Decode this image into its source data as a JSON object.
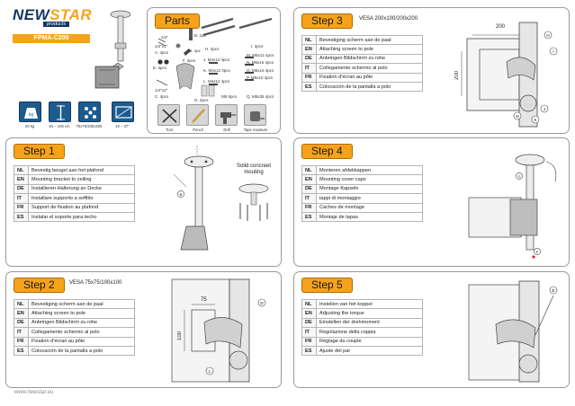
{
  "header": {
    "brand_main": "NEW",
    "brand_accent": "STAR",
    "brand_sub": "products",
    "model": "FPMA-C200"
  },
  "specs": [
    {
      "icon": "weight-icon",
      "value": "20 kg"
    },
    {
      "icon": "height-range-icon",
      "value": "64 – 105 cm"
    },
    {
      "icon": "vesa-icon",
      "value": "75x75/200x200"
    },
    {
      "icon": "screen-size-icon",
      "value": "10 – 37\""
    }
  ],
  "parts": {
    "title": "Parts",
    "labels": {
      "a": "A. 4pcs",
      "a_bolt": "1/4\"",
      "a_nut": "1/4\"x1\"",
      "b": "B. 1pc",
      "c": "C. 4pcs",
      "c_size": "1/4\"x2\"",
      "d": "D. 1pc",
      "e": "E. 4pcs",
      "f": "F. 2pcs",
      "g": "G. 2pcs",
      "h": "H. 2pcs",
      "i": "I. 2pcs",
      "j1": "J. M4x12 4pcs",
      "k": "K. M4x12 4pcs",
      "l": "L. M4x12 4pcs",
      "m": "M. M5x12 4pcs",
      "n": "N. M6x16 4pcs",
      "o": "O. M6x16 4pcs",
      "p": "P. M6x10 4pcs",
      "q": "Q. M5x35 4pcs",
      "r": "M5 6pcs"
    },
    "tools": [
      "Tool",
      "Pencil",
      "Drill",
      "Tape measure"
    ]
  },
  "step3": {
    "title": "Step 3",
    "vesa": "VESA 200x100/200x200",
    "rows": [
      {
        "code": "NL",
        "text": "Bevestiging scherm aan de paal"
      },
      {
        "code": "EN",
        "text": "Attaching screen to pole"
      },
      {
        "code": "DE",
        "text": "Anbringen Bildschirm zu rohe"
      },
      {
        "code": "IT",
        "text": "Collegamento schermo al polo"
      },
      {
        "code": "FR",
        "text": "Fixation d'écran au pôle"
      },
      {
        "code": "ES",
        "text": "Colocación de la pantalla a polo"
      }
    ],
    "dims": [
      "200",
      "200"
    ]
  },
  "step1": {
    "title": "Step 1",
    "rows": [
      {
        "code": "NL",
        "text": "Bevestig beugel aan het plafond"
      },
      {
        "code": "EN",
        "text": "Mounting bracket to ceiling"
      },
      {
        "code": "DE",
        "text": "Installieren Halterung an Decke"
      },
      {
        "code": "IT",
        "text": "Installare supporto a soffitto"
      },
      {
        "code": "FR",
        "text": "Support de fixation au plafond"
      },
      {
        "code": "ES",
        "text": "Instalar el soporte para techo"
      }
    ],
    "solid_line1": "Solid concreet",
    "solid_line2": "mouting"
  },
  "step4": {
    "title": "Step 4",
    "rows": [
      {
        "code": "NL",
        "text": "Monteren afdekkappen"
      },
      {
        "code": "EN",
        "text": "Mounting cover caps"
      },
      {
        "code": "DE",
        "text": "Montage Kapseln"
      },
      {
        "code": "IT",
        "text": "tappi di montaggio"
      },
      {
        "code": "FR",
        "text": "Caches de montage"
      },
      {
        "code": "ES",
        "text": "Montaje de tapas"
      }
    ]
  },
  "step2": {
    "title": "Step 2",
    "vesa": "VESA 75x75/100x100",
    "rows": [
      {
        "code": "NL",
        "text": "Bevestiging scherm aan de paal"
      },
      {
        "code": "EN",
        "text": "Attaching screen to pole"
      },
      {
        "code": "DE",
        "text": "Anbringen Bildschirm zu rohe"
      },
      {
        "code": "IT",
        "text": "Collegamento schermo al polo"
      },
      {
        "code": "FR",
        "text": "Fixation d'écran au pôle"
      },
      {
        "code": "ES",
        "text": "Colocación de la pantalla a polo"
      }
    ],
    "dims": [
      "75",
      "100"
    ]
  },
  "step5": {
    "title": "Step 5",
    "rows": [
      {
        "code": "NL",
        "text": "Instellen van het koppel"
      },
      {
        "code": "EN",
        "text": "Adjusting the torque"
      },
      {
        "code": "DE",
        "text": "Einstellen der drehmoment"
      },
      {
        "code": "IT",
        "text": "Regolazione della coppia"
      },
      {
        "code": "FR",
        "text": "Réglage du couple"
      },
      {
        "code": "ES",
        "text": "Ajuste del par"
      }
    ]
  },
  "footer": {
    "url": "www.newstar.eu"
  },
  "colors": {
    "accent": "#f6a31b",
    "brand": "#14365f",
    "spec_blue": "#1d5b8f"
  }
}
